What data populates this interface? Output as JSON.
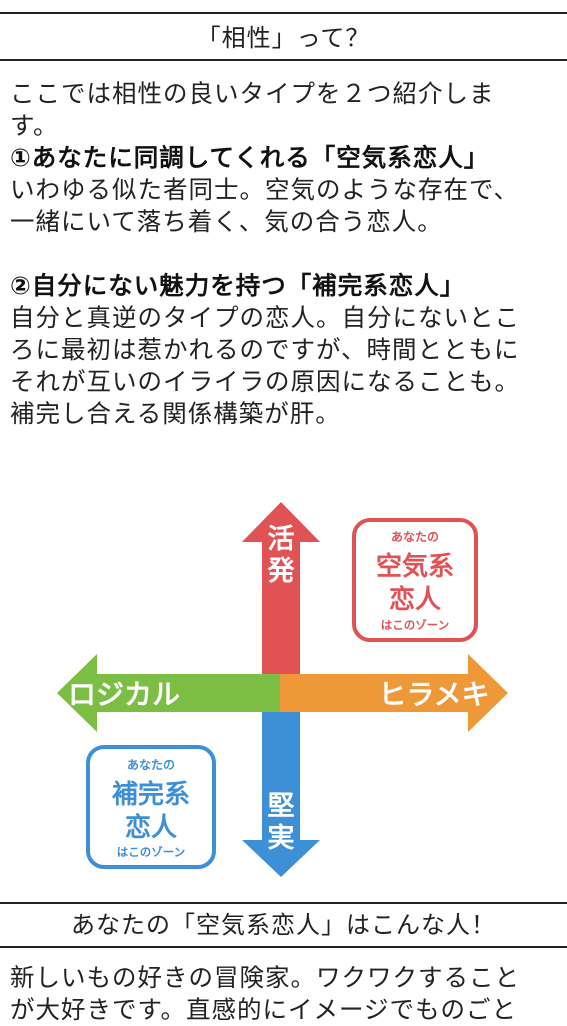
{
  "section1": {
    "title": "「相性」って？"
  },
  "intro": {
    "line1": "ここでは相性の良いタイプを２つ紹介しま",
    "line2": "す。"
  },
  "type1": {
    "heading": "①あなたに同調してくれる「空気系恋人」",
    "lines": [
      "いわゆる似た者同士。空気のような存在で、",
      "一緒にいて落ち着く、気の合う恋人。"
    ]
  },
  "type2": {
    "heading": "②自分にない魅力を持つ「補完系恋人」",
    "lines": [
      "自分と真逆のタイプの恋人。自分にないとこ",
      "ろに最初は惹かれるのですが、時間とともに",
      "それが互いのイライラの原因になることも。",
      "補完し合える関係構築が肝。"
    ]
  },
  "diagram": {
    "up_label": [
      "活",
      "発"
    ],
    "down_label": [
      "堅",
      "実"
    ],
    "left_label": "ロジカル",
    "right_label": "ヒラメキ",
    "zone_top_right": {
      "small": "あなたの",
      "big1": "空気系",
      "big2": "恋人",
      "tail": "はこのゾーン"
    },
    "zone_bottom_left": {
      "small": "あなたの",
      "big1": "補完系",
      "big2": "恋人",
      "tail": "はこのゾーン"
    },
    "colors": {
      "up": "#e05254",
      "down": "#3d8fd6",
      "left": "#7cbe43",
      "right": "#ee9838",
      "zone_red": "#e05254",
      "zone_blue": "#3d8fd6"
    }
  },
  "section2": {
    "title": "あなたの「空気系恋人」はこんな人！"
  },
  "outro": {
    "line1": "新しいもの好きの冒険家。ワクワクすること",
    "line2": "が大好きです。直感的にイメージでものごと"
  }
}
